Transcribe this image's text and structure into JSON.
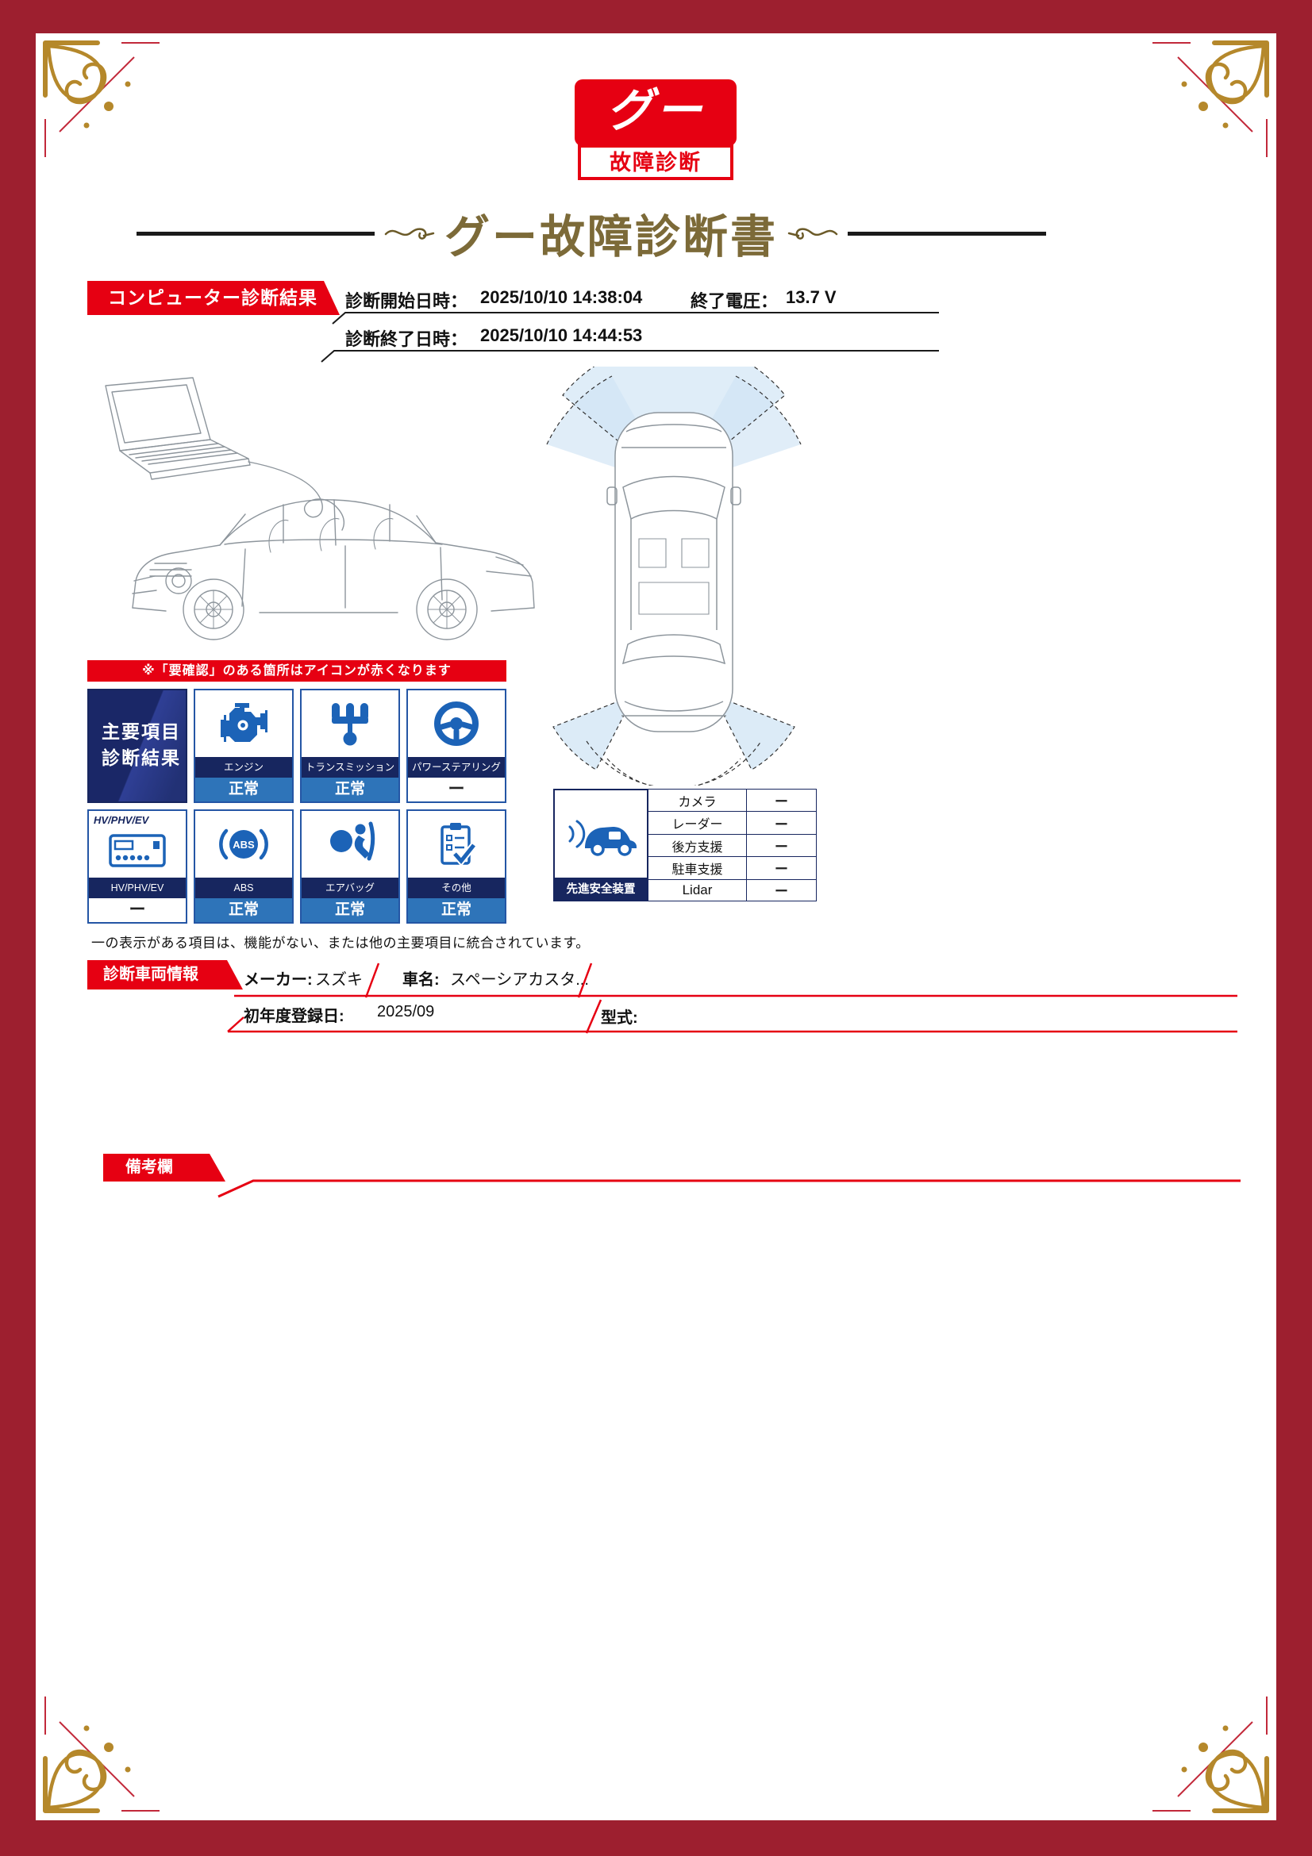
{
  "colors": {
    "accent_red": "#E60012",
    "maroon": "#9D1F2F",
    "navy": "#17265F",
    "status_blue": "#2E74B9",
    "icon_blue": "#1C63B7",
    "title_bronze": "#7C6A38",
    "sensor_light_blue": "#DCEBF7",
    "ornament_gold": "#B5882B"
  },
  "logo": {
    "main": "グー",
    "sub": "故障診断"
  },
  "title": "グー故障診断書",
  "computer_diagnosis": {
    "banner": "コンピューター診断結果",
    "start_label": "診断開始日時：",
    "start_value": "2025/10/10 14:38:04",
    "voltage_label": "終了電圧：",
    "voltage_value": "13.7 V",
    "end_label": "診断終了日時：",
    "end_value": "2025/10/10 14:44:53"
  },
  "notice": "※「要確認」のある箇所はアイコンが赤くなります",
  "main_results": {
    "header_line1": "主要項目",
    "header_line2": "診断結果",
    "items": [
      {
        "label": "エンジン",
        "status": "正常"
      },
      {
        "label": "トランスミッション",
        "status": "正常"
      },
      {
        "label": "パワーステアリング",
        "status": "ー"
      },
      {
        "label": "HV/PHV/EV",
        "status": "ー",
        "icon_text": "HV/PHV/EV"
      },
      {
        "label": "ABS",
        "status": "正常",
        "icon_text": "ABS"
      },
      {
        "label": "エアバッグ",
        "status": "正常"
      },
      {
        "label": "その他",
        "status": "正常"
      }
    ],
    "footnote": "一の表示がある項目は、機能がない、または他の主要項目に統合されています。"
  },
  "advanced_safety": {
    "label": "先進安全装置",
    "rows": [
      {
        "label": "カメラ",
        "value": "ー"
      },
      {
        "label": "レーダー",
        "value": "ー"
      },
      {
        "label": "後方支援",
        "value": "ー"
      },
      {
        "label": "駐車支援",
        "value": "ー"
      },
      {
        "label": "Lidar",
        "value": "ー"
      }
    ]
  },
  "vehicle_info": {
    "banner": "診断車両情報",
    "maker_label": "メーカー:",
    "maker_value": "スズキ",
    "name_label": "車名:",
    "name_value": "スペーシアカスタ...",
    "registration_label": "初年度登録日:",
    "registration_value": "2025/09",
    "model_label": "型式:",
    "model_value": ""
  },
  "remarks": {
    "banner": "備考欄"
  }
}
